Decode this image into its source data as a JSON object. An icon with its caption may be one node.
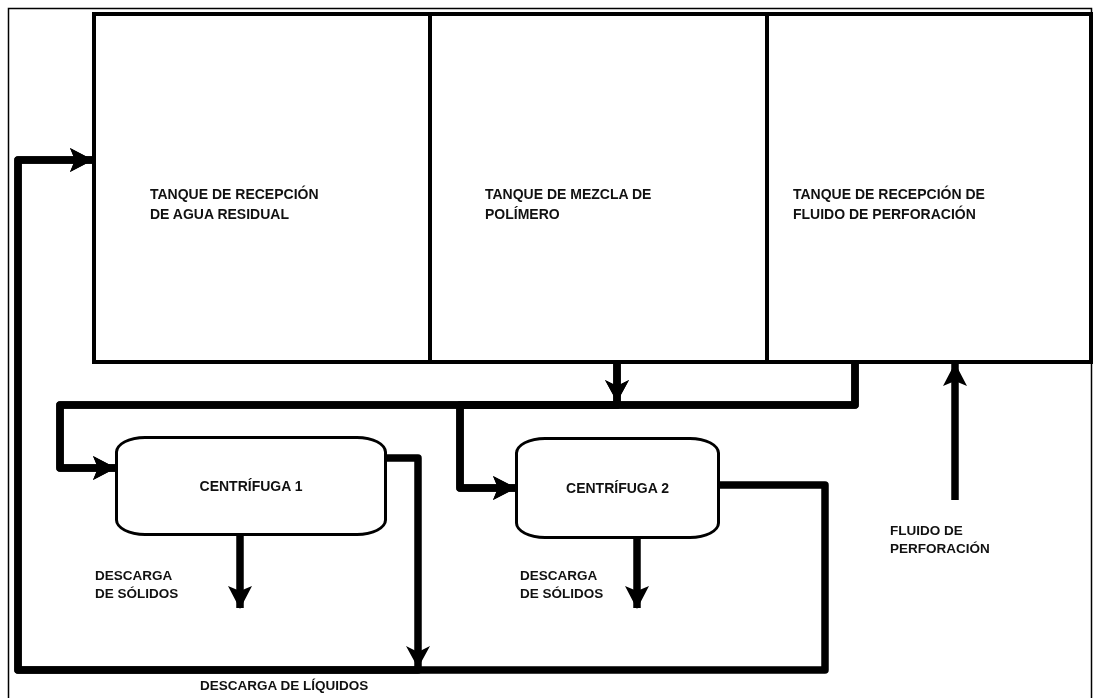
{
  "diagram": {
    "nodes": [
      {
        "text": [
          "TANQUE DE RECEPCIÓN DE AGUA RESIDUAL"
        ]
      },
      {
        "text": [
          "TANQUE DE MEZCLA DE POLÍMERO"
        ]
      },
      {
        "text": [
          "TANQUE DE RECEPCIÓN DE FLUIDO DE PERFORACIÓN"
        ]
      },
      {
        "text": [
          "CENTRÍFUGA 1"
        ]
      },
      {
        "text": [
          "CENTRÍFUGA 2"
        ]
      }
    ],
    "edges": [
      {
        "from": 2,
        "to": 3,
        "arrow": "to"
      },
      {
        "from": 2,
        "to": 4,
        "arrow": "to"
      },
      {
        "from": 1,
        "to": 3,
        "arrow": "to"
      },
      {
        "from": 1,
        "to": 4,
        "arrow": "to"
      },
      {
        "from": 3,
        "to": 0,
        "arrow": "to",
        "label": "DESCARGA DE LÍQUIDOS"
      },
      {
        "from": 4,
        "to": 0,
        "arrow": "to"
      },
      {
        "from": 3,
        "to": null,
        "arrow": "to",
        "label": "DESCARGA DE SÓLIDOS"
      },
      {
        "from": 4,
        "to": null,
        "arrow": "to",
        "label": "DESCARGA DE SÓLIDOS"
      },
      {
        "from": null,
        "to": 2,
        "arrow": "to",
        "label": "FLUIDO DE PERFORACIÓN"
      }
    ]
  }
}
